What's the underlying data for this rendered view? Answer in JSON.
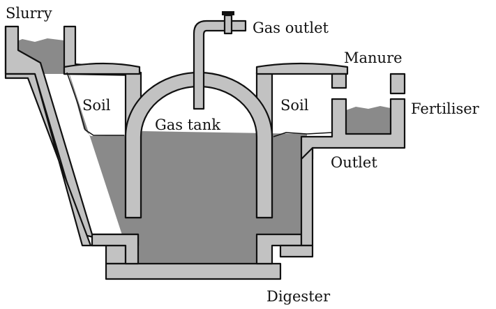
{
  "labels": {
    "slurry": "Slurry",
    "gas_outlet": "Gas outlet",
    "manure": "Manure",
    "fertiliser": "Fertiliser",
    "soil_left": "Soil",
    "soil_right": "Soil",
    "gas_tank": "Gas tank",
    "outlet": "Outlet",
    "digester": "Digester"
  },
  "colors": {
    "wall": "#c2c2c2",
    "slurry": "#8a8a8a",
    "outline": "#111111",
    "background": "#ffffff"
  }
}
